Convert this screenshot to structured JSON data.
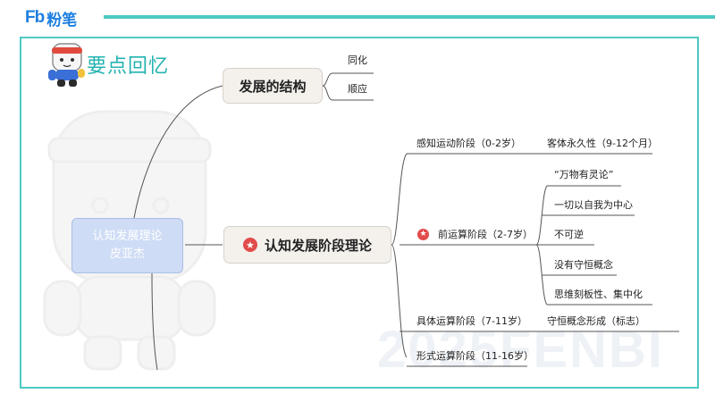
{
  "header": {
    "logo_mark": "Fb",
    "logo_text": "粉笔",
    "section_title": "要点回忆"
  },
  "watermark": "2025FENBI",
  "colors": {
    "accent": "#4ec9c3",
    "title": "#24b3b0",
    "brand": "#1d7fe0",
    "root_fill": "#cfdcf5",
    "node_fill": "#f4f1ec",
    "star": "#e24b4b"
  },
  "mindmap": {
    "root": {
      "line1": "认知发展理论",
      "line2": "皮亚杰"
    },
    "structure": {
      "label": "发展的结构",
      "children": [
        "同化",
        "顺应"
      ]
    },
    "stages": {
      "label": "认知发展阶段理论",
      "icon": "star-icon",
      "sensorimotor": {
        "label": "感知运动阶段（0-2岁）",
        "feature": "客体永久性（9-12个月）"
      },
      "preoperational": {
        "label": "前运算阶段（2-7岁）",
        "icon": "star-icon",
        "features": [
          "“万物有灵论”",
          "一切以自我为中心",
          "不可逆",
          "没有守恒概念",
          "思维刻板性、集中化"
        ]
      },
      "concrete": {
        "label": "具体运算阶段（7-11岁）",
        "feature": "守恒概念形成（标志）"
      },
      "formal": {
        "label": "形式运算阶段（11-16岁）"
      }
    }
  }
}
